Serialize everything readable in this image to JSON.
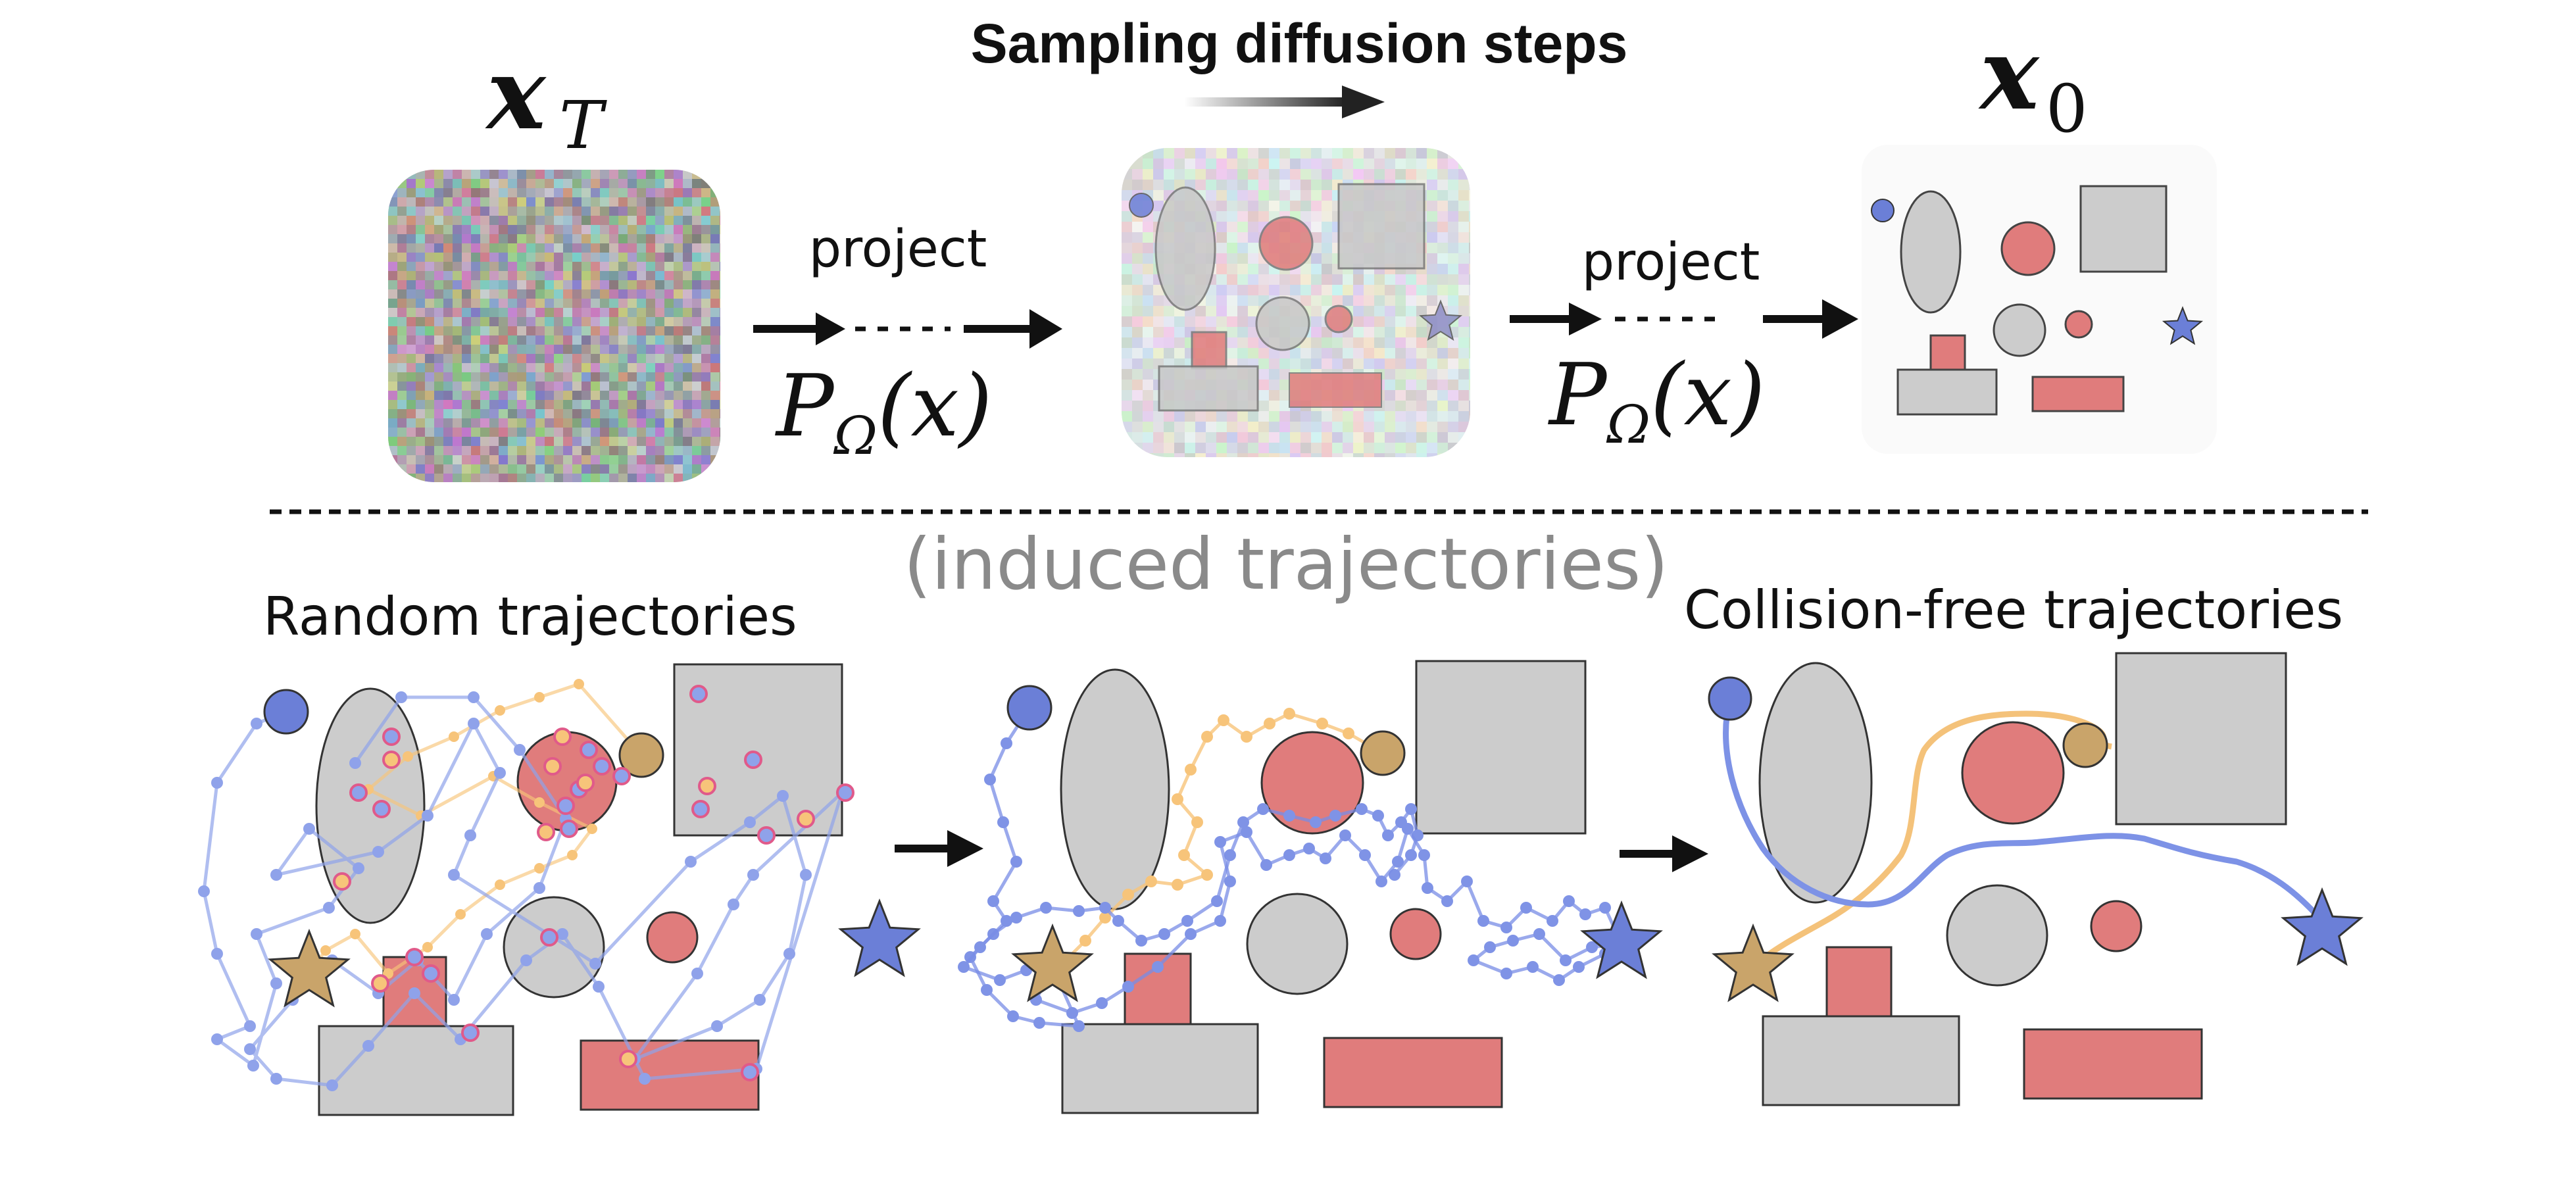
{
  "header": {
    "title": "Sampling diffusion steps"
  },
  "stages": {
    "start_label": "x",
    "start_sub": "T",
    "end_label": "x",
    "end_sub": "0",
    "project_label": "project",
    "projection_symbol": "P",
    "projection_sub": "Ω",
    "projection_arg": "(x)"
  },
  "section": {
    "caption": "(induced trajectories)"
  },
  "panels": {
    "left_title": "Random trajectories",
    "right_title": "Collision-free trajectories"
  },
  "colors": {
    "obstacle_gray": "#cccccc",
    "obstacle_red": "#e07c7c",
    "agent_blue": "#6b7fd7",
    "agent_gold": "#c9a46a",
    "path_blue": "#8fa2ea",
    "path_orange": "#f7c47a",
    "collision_marker": "#e05a8a"
  },
  "icons": [
    "noise-image",
    "arrow-right-icon",
    "star-icon",
    "circle-agent-icon"
  ]
}
